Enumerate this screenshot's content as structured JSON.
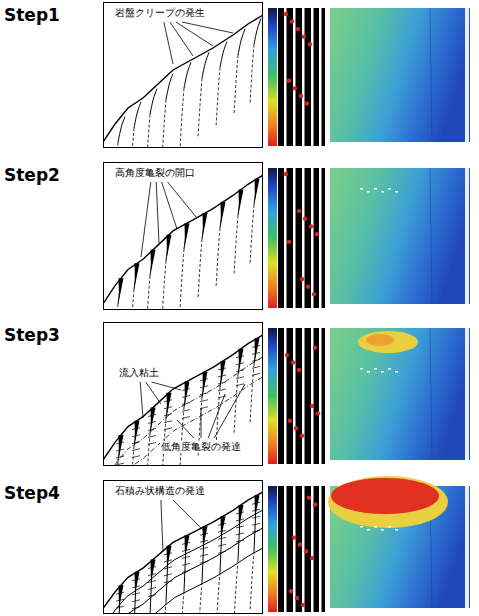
{
  "diagram": {
    "nodes": [
      {
        "text": [
          "岩盤クリープの発生"
        ]
      },
      {
        "text": [
          "高角度亀裂の開口"
        ]
      },
      {
        "text": [
          "流入粘土",
          "低角度亀裂の発達"
        ]
      },
      {
        "text": [
          "石積み状構造の発達"
        ]
      }
    ],
    "labels": [
      "Step1",
      "Step2",
      "Step3",
      "Step4"
    ]
  }
}
